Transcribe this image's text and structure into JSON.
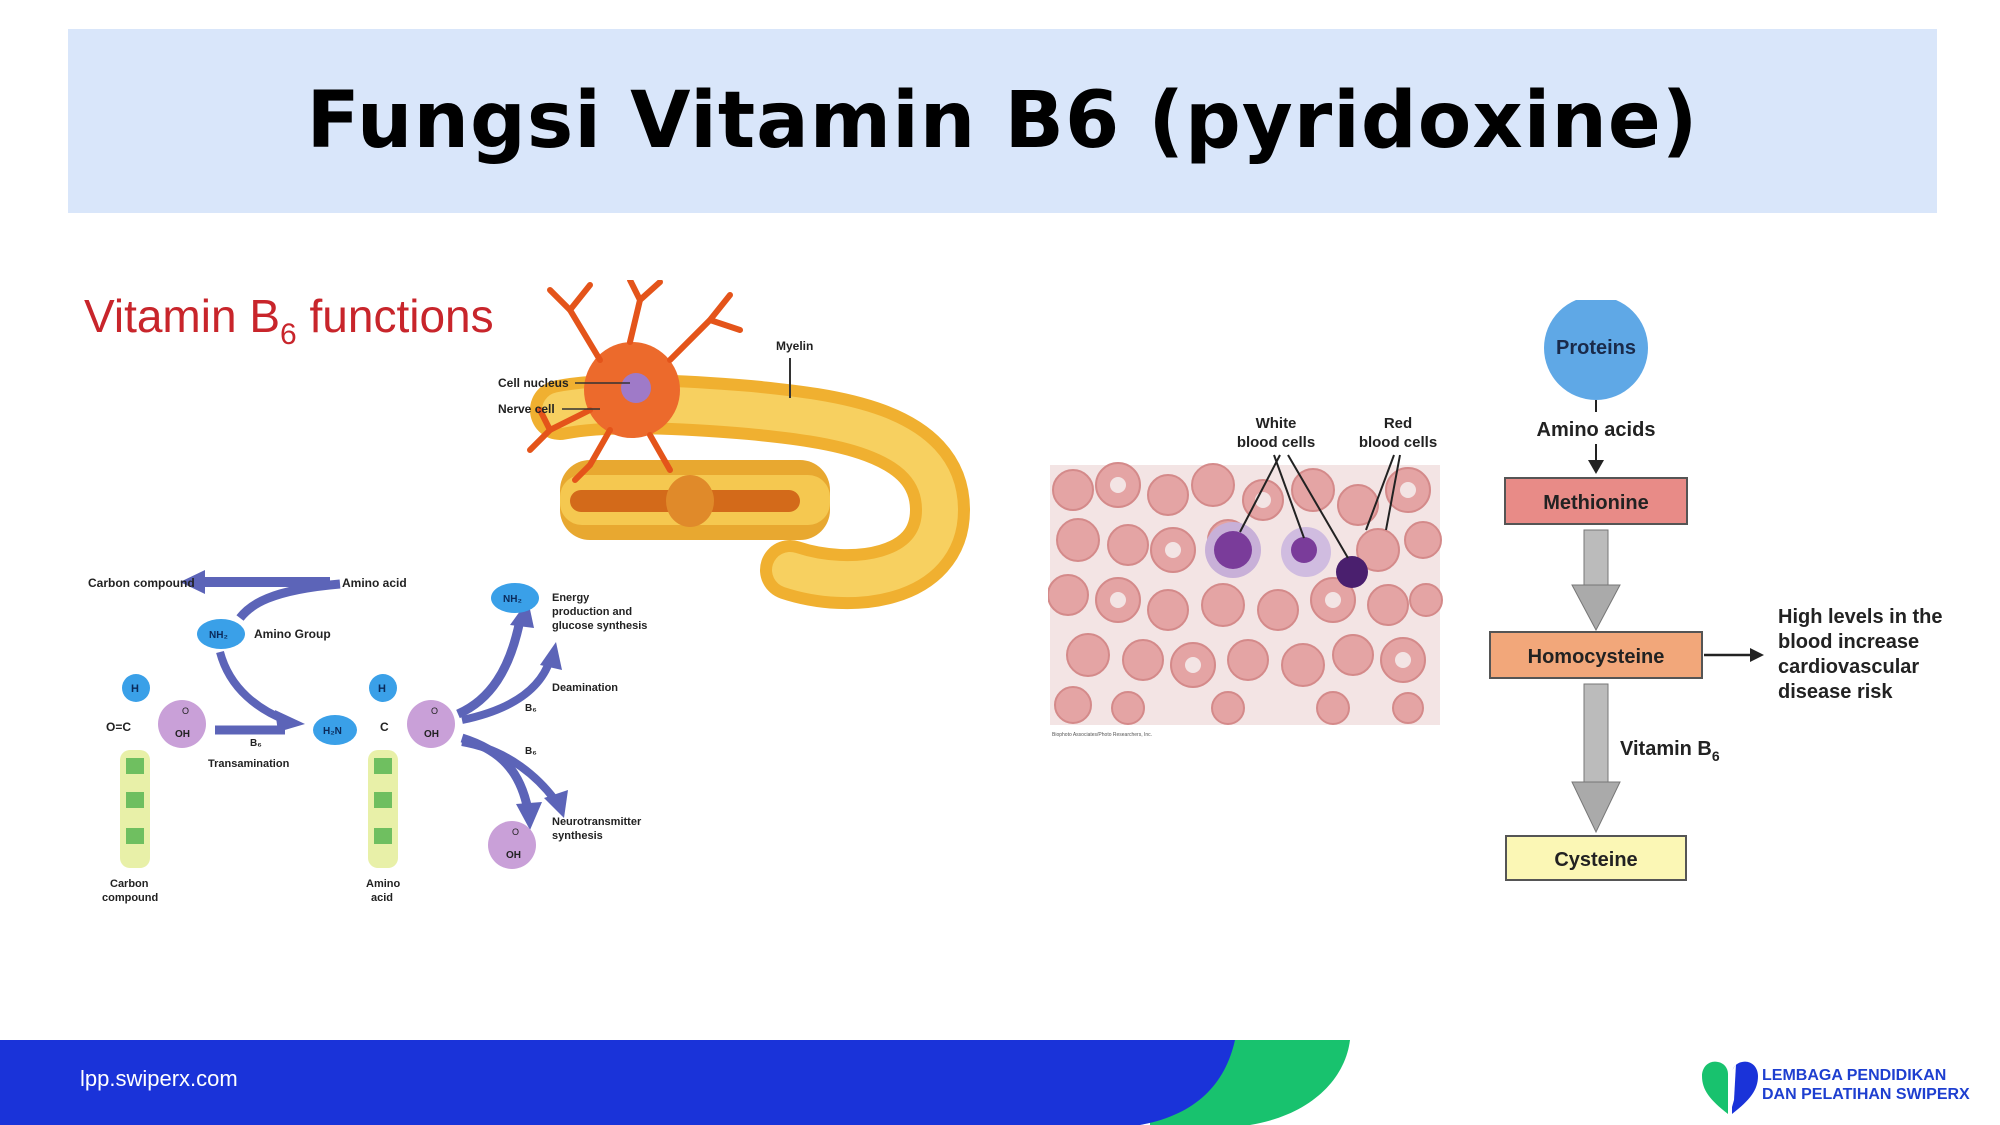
{
  "slide": {
    "title": "Fungsi Vitamin B6 (pyridoxine)"
  },
  "left_figure": {
    "heading_main": "Vitamin B",
    "heading_sub": "6",
    "heading_tail": " functions",
    "neuron": {
      "myelin": "Myelin",
      "cell_nucleus": "Cell nucleus",
      "nerve_cell": "Nerve cell"
    },
    "transamination": {
      "carbon_compound_top": "Carbon compound",
      "amino_acid_top": "Amino acid",
      "nh2": "NH₂",
      "amino_group": "Amino Group",
      "h": "H",
      "o_c": "O=C",
      "c": "C",
      "oh": "OH",
      "o": "O",
      "b6": "B₆",
      "transamination": "Transamination",
      "h2n": "H₂N",
      "carbon_compound_bottom_1": "Carbon",
      "carbon_compound_bottom_2": "compound",
      "amino_acid_bottom_1": "Amino",
      "amino_acid_bottom_2": "acid",
      "energy_1": "Energy",
      "energy_2": "production and",
      "energy_3": "glucose synthesis",
      "deamination": "Deamination",
      "neuro_1": "Neurotransmitter",
      "neuro_2": "synthesis"
    }
  },
  "blood_figure": {
    "white_1": "White",
    "white_2": "blood cells",
    "red_1": "Red",
    "red_2": "blood cells",
    "credit": "Biophoto Associates/Photo Researchers, Inc."
  },
  "flow_figure": {
    "proteins": "Proteins",
    "amino_acids": "Amino acids",
    "methionine": "Methionine",
    "homocysteine": "Homocysteine",
    "vitamin": "Vitamin B",
    "vitamin_sub": "6",
    "cysteine": "Cysteine",
    "risk_1": "High levels in the",
    "risk_2": "blood increase",
    "risk_3": "cardiovascular",
    "risk_4": "disease risk",
    "colors": {
      "proteins": "#5fa8e6",
      "methionine": "#e88b87",
      "homocysteine": "#f2a77a",
      "cysteine": "#fbf7b5"
    }
  },
  "footer": {
    "url": "lpp.swiperx.com",
    "logo_line1": "LEMBAGA PENDIDIKAN",
    "logo_line2": "DAN PELATIHAN SWIPERX",
    "colors": {
      "band": "#1a33d9",
      "accent": "#18c26e"
    }
  }
}
